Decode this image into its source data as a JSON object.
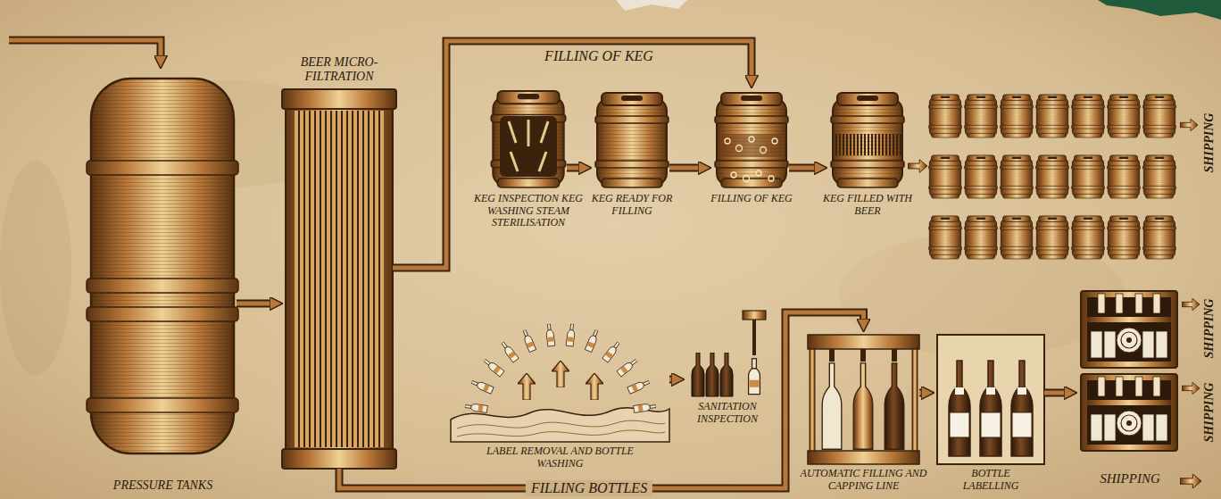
{
  "diagram": {
    "nodes": [
      {
        "text": [
          "PRESSURE TANKS"
        ]
      },
      {
        "text": [
          "BEER MICRO-FILTRATION"
        ]
      },
      {
        "text": [
          "KEG INSPECTION KEG WASHING STEAM STERILISATION"
        ]
      },
      {
        "text": [
          "KEG READY FOR FILLING"
        ]
      },
      {
        "text": [
          "FILLING OF KEG"
        ]
      },
      {
        "text": [
          "KEG FILLED WITH BEER"
        ]
      },
      {
        "text": [
          "LABEL REMOVAL AND BOTTLE WASHING"
        ]
      },
      {
        "text": [
          "SANITATION INSPECTION"
        ]
      },
      {
        "text": [
          "AUTOMATIC FILLING AND CAPPING LINE"
        ]
      },
      {
        "text": [
          "BOTTLE LABELLING"
        ]
      },
      {
        "text": [
          "SHIPPING"
        ]
      }
    ],
    "edges": [
      {
        "from": 0,
        "to": 1,
        "arrow": "to"
      },
      {
        "from": 1,
        "to": 4,
        "label": "FILLING OF KEG",
        "arrow": "to"
      },
      {
        "from": 2,
        "to": 3,
        "arrow": "to"
      },
      {
        "from": 3,
        "to": 4,
        "arrow": "to"
      },
      {
        "from": 4,
        "to": 5,
        "arrow": "to"
      },
      {
        "from": 1,
        "to": 8,
        "label": "FILLING BOTTLES",
        "arrow": "to"
      },
      {
        "from": 6,
        "to": 7,
        "arrow": "to"
      },
      {
        "from": 8,
        "to": 9,
        "arrow": "to"
      },
      {
        "from": 9,
        "to": 10,
        "arrow": "to"
      }
    ],
    "labels": [
      "SHIPPING",
      "SHIPPING",
      "SHIPPING"
    ]
  }
}
